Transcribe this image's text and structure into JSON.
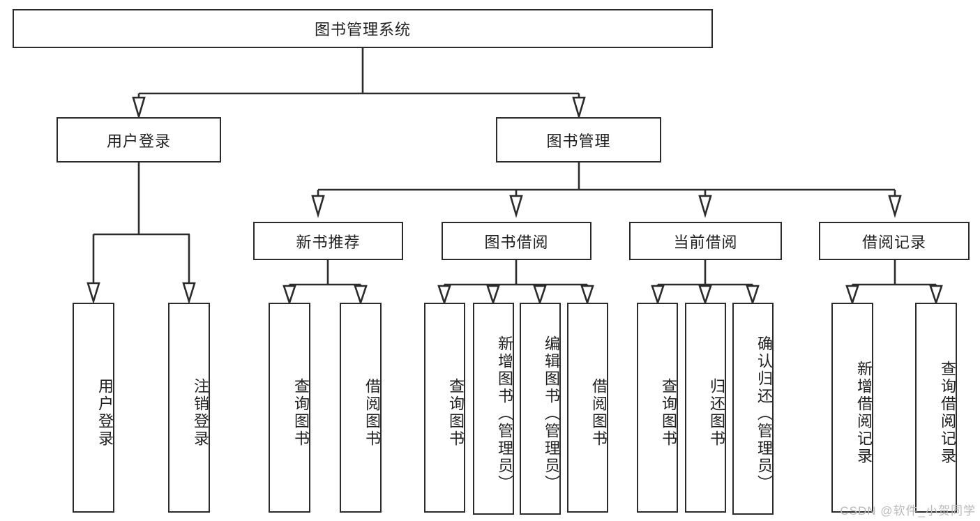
{
  "diagram": {
    "type": "tree",
    "title": "图书管理系统",
    "root": {
      "label": "图书管理系统"
    },
    "level2": [
      {
        "label": "用户登录"
      },
      {
        "label": "图书管理"
      }
    ],
    "level3": [
      {
        "label": "新书推荐"
      },
      {
        "label": "图书借阅"
      },
      {
        "label": "当前借阅"
      },
      {
        "label": "借阅记录"
      }
    ],
    "leaves": {
      "user_login": [
        {
          "label": "用户登录"
        },
        {
          "label": "注销登录"
        }
      ],
      "new_book_recommend": [
        {
          "label": "查询图书"
        },
        {
          "label": "借阅图书"
        }
      ],
      "book_borrow": [
        {
          "label": "查询图书"
        },
        {
          "label": "新增图书（管理员）"
        },
        {
          "label": "编辑图书（管理员）"
        },
        {
          "label": "借阅图书"
        }
      ],
      "current_borrow": [
        {
          "label": "查询图书"
        },
        {
          "label": "归还图书"
        },
        {
          "label": "确认归还（管理员）"
        }
      ],
      "borrow_record": [
        {
          "label": "新增借阅记录"
        },
        {
          "label": "查询借阅记录"
        }
      ]
    },
    "watermark": "CSDN @软件_小贺同学",
    "colors": {
      "stroke": "#2b2b2b",
      "background": "#ffffff",
      "text": "#1f1f1f",
      "watermark": "#b9b9b9"
    }
  }
}
